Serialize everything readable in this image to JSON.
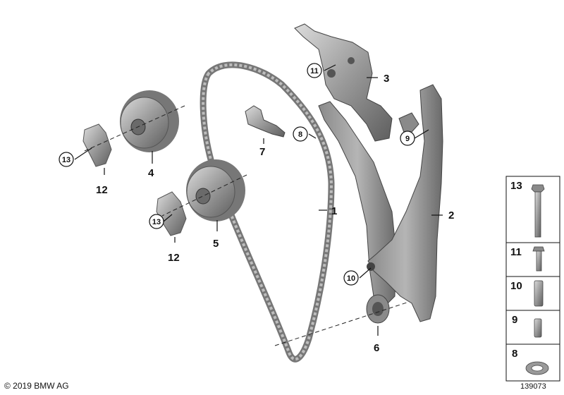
{
  "callouts": {
    "c1": "1",
    "c2": "2",
    "c3": "3",
    "c4": "4",
    "c5": "5",
    "c6": "6",
    "c7": "7",
    "c8": "8",
    "c9": "9",
    "c10": "10",
    "c11": "11",
    "c12a": "12",
    "c12b": "12",
    "c13a": "13",
    "c13b": "13"
  },
  "legend": {
    "items": [
      "13",
      "11",
      "10",
      "9",
      "8"
    ]
  },
  "footer": {
    "copyright": "© 2019 BMW AG",
    "diagram_id": "139073"
  },
  "colors": {
    "metal_dark": "#6e6e6e",
    "metal_mid": "#9a9a9a",
    "metal_light": "#c9c9c9",
    "line": "#111111"
  }
}
